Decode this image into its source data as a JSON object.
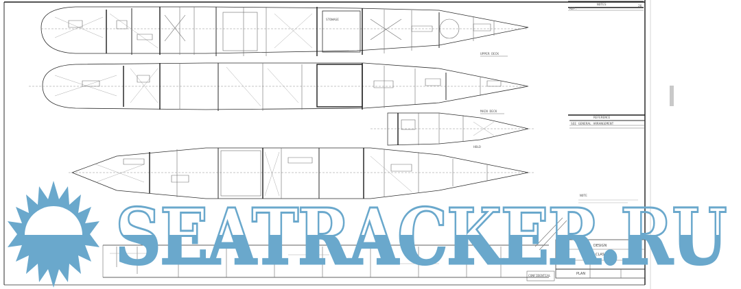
{
  "drawing": {
    "type": "ship deck plan blueprint",
    "views": [
      {
        "id": "upper-deck-plan",
        "label": ""
      },
      {
        "id": "main-deck-plan",
        "label": ""
      },
      {
        "id": "lower-deck-plan",
        "label": ""
      },
      {
        "id": "hold-plan-partial",
        "label": ""
      }
    ],
    "title_block": {
      "stamp": "CONFIDENTIAL",
      "class_line": "CLASS",
      "plan_line": "PLAN"
    },
    "colors": {
      "line": "#2a2a2a",
      "paper": "#ffffff",
      "watermark": "#6aa8cc"
    }
  },
  "watermark": {
    "text": "SEATRACKER.RU",
    "logo": "sun-over-sea-icon"
  }
}
